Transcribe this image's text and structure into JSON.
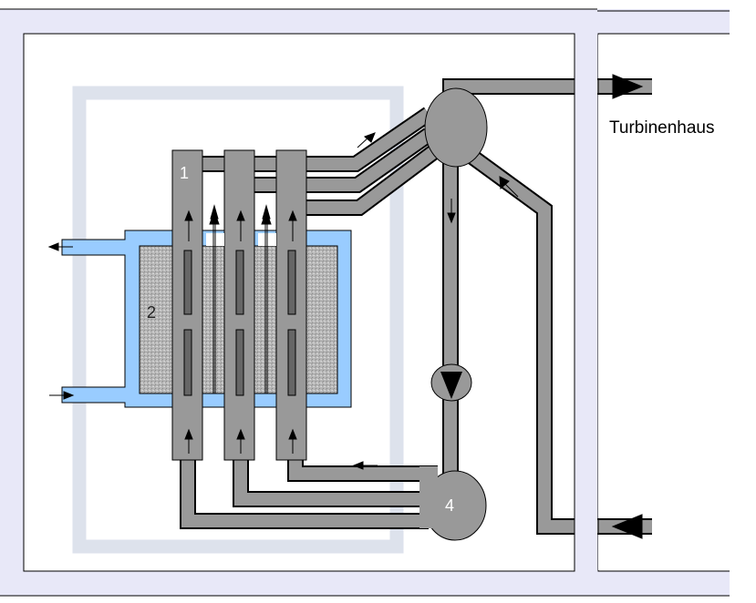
{
  "labels": {
    "turbine_hall": "Turbinenhaus",
    "channel": "1",
    "graphite": "2",
    "header": "4"
  },
  "colors": {
    "building": "#e8e8f8",
    "pipe": "#999999",
    "outline": "#000000",
    "water": "#99ccff",
    "graphite": "#b8b8b8",
    "fuel": "#666666",
    "shield": "#dde2ec"
  }
}
